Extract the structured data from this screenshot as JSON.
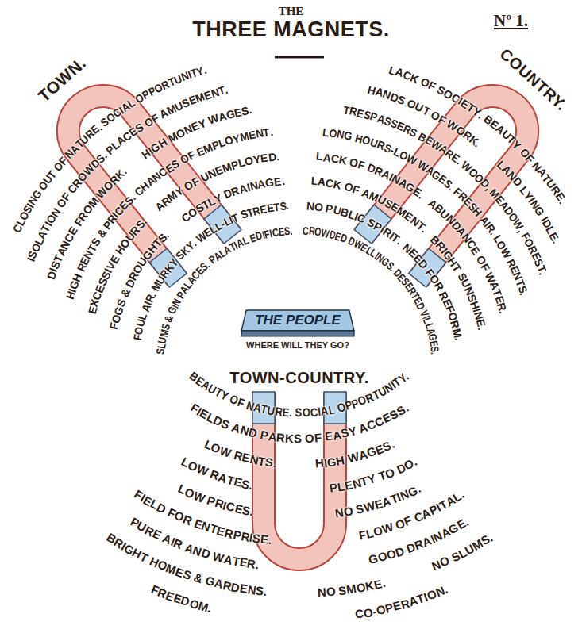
{
  "diagram": {
    "title": "THE THREE MAGNETS.",
    "nodes": [
      {
        "text": [
          "TOWN.",
          "CLOSING OUT OF NATURE. SOCIAL OPPORTUNITY.",
          "ISOLATION OF CROWDS. PLACES OF AMUSEMENT.",
          "DISTANCE FROM WORK. HIGH MONEY WAGES.",
          "HIGH RENTS & PRICES. CHANCES OF EMPLOYMENT.",
          "EXCESSIVE HOURS. ARMY OF UNEMPLOYED.",
          "FOGS & DROUGHTS. COSTLY DRAINAGE.",
          "FOUL AIR. MURKY SKY. WELL-LIT STREETS.",
          "SLUMS & GIN PALACES. PALATIAL EDIFICES."
        ]
      },
      {
        "text": [
          "COUNTRY.",
          "LACK OF SOCIETY. BEAUTY OF NATURE.",
          "HANDS OUT OF WORK. LAND LYING IDLE.",
          "TRESPASSERS BEWARE. WOOD, MEADOW, FOREST.",
          "LONG HOURS-LOW WAGES. FRESH AIR. LOW RENTS.",
          "LACK OF DRAINAGE. ABUNDANCE OF WATER.",
          "LACK OF AMUSEMENT. BRIGHT SUNSHINE.",
          "NO PUBLIC SPIRIT. NEED FOR REFORM.",
          "CROWDED DWELLINGS. DESERTED VILLAGES."
        ]
      },
      {
        "text": [
          "THE PEOPLE",
          "WHERE WILL THEY GO?"
        ]
      },
      {
        "text": [
          "TOWN-COUNTRY.",
          "BEAUTY OF NATURE. SOCIAL OPPORTUNITY.",
          "FIELDS AND PARKS OF EASY ACCESS.",
          "LOW RENTS. HIGH WAGES.",
          "LOW RATES. PLENTY TO DO.",
          "LOW PRICES. NO SWEATING.",
          "FIELD FOR ENTERPRISE. FLOW OF CAPITAL.",
          "PURE AIR AND WATER. GOOD DRAINAGE.",
          "BRIGHT HOMES & GARDENS. NO SMOKE. NO SLUMS.",
          "FREEDOM. CO-OPERATION."
        ]
      }
    ],
    "labels": [
      "Nº 1."
    ]
  }
}
